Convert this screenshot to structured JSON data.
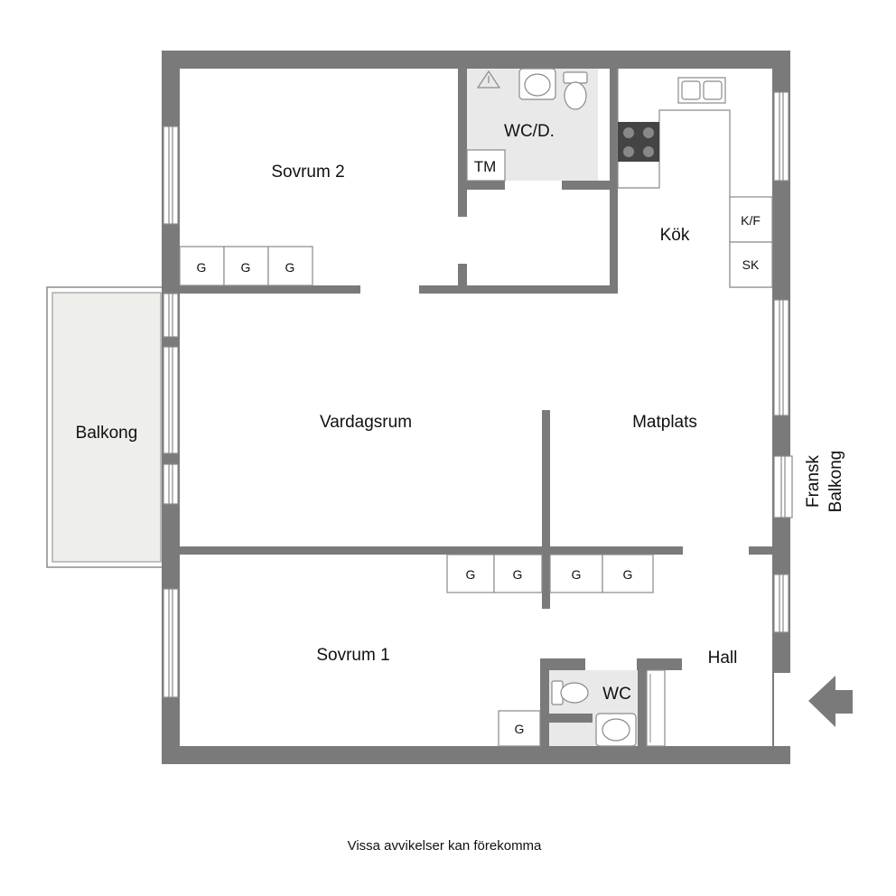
{
  "rooms": {
    "sovrum2": "Sovrum 2",
    "wcd": "WC/D.",
    "tm": "TM",
    "kok": "Kök",
    "kf": "K/F",
    "sk": "SK",
    "vardagsrum": "Vardagsrum",
    "matplats": "Matplats",
    "balkong": "Balkong",
    "fransk_line1": "Fransk",
    "fransk_line2": "Balkong",
    "sovrum1": "Sovrum 1",
    "hall": "Hall",
    "wc": "WC"
  },
  "wardrobe_label": "G",
  "footer_note": "Vissa avvikelser kan förekomma",
  "colors": {
    "wall": "#7a7a7a",
    "wet_room": "#e9e9e9",
    "balcony": "#eeeeea",
    "entrance_arrow": "#7a7a7a"
  },
  "icons": [
    "shower-icon",
    "sink-icon",
    "toilet-icon",
    "stove-icon",
    "double-sink-icon",
    "entrance-arrow-icon"
  ]
}
